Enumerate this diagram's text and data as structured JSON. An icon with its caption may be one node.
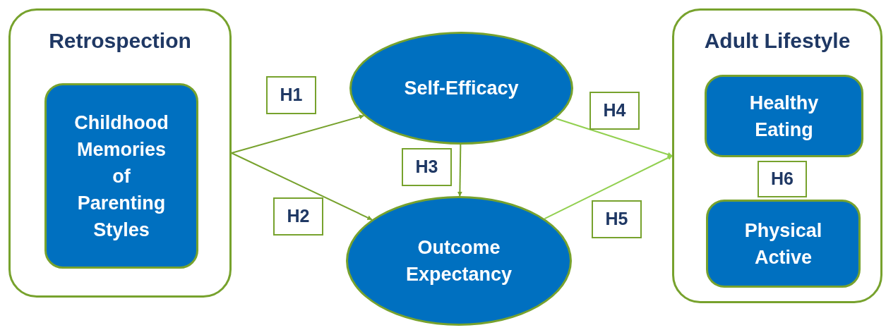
{
  "diagram": {
    "nodes": [
      {
        "text": [
          "Retrospection"
        ]
      },
      {
        "text": [
          "Childhood Memories of Parenting Styles"
        ],
        "in": 0
      },
      {
        "text": [
          "Self-Efficacy"
        ]
      },
      {
        "text": [
          "Outcome Expectancy"
        ]
      },
      {
        "text": [
          "Adult Lifestyle"
        ]
      },
      {
        "text": [
          "Healthy Eating"
        ],
        "in": 4
      },
      {
        "text": [
          "H6"
        ],
        "in": 4
      },
      {
        "text": [
          "Physical Active"
        ],
        "in": 4
      },
      {
        "text": [
          "H1"
        ]
      },
      {
        "text": [
          "H2"
        ]
      },
      {
        "text": [
          "H3"
        ]
      },
      {
        "text": [
          "H4"
        ]
      },
      {
        "text": [
          "H5"
        ]
      }
    ],
    "edges": [
      {
        "from": 0,
        "to": 2,
        "arrow": "to"
      },
      {
        "from": 0,
        "to": 3,
        "arrow": "to"
      },
      {
        "from": 2,
        "to": 3,
        "arrow": "to"
      },
      {
        "from": 2,
        "to": 4,
        "arrow": "to",
        "color": "#92d050"
      },
      {
        "from": 3,
        "to": 4,
        "arrow": "to",
        "color": "#92d050"
      }
    ]
  }
}
